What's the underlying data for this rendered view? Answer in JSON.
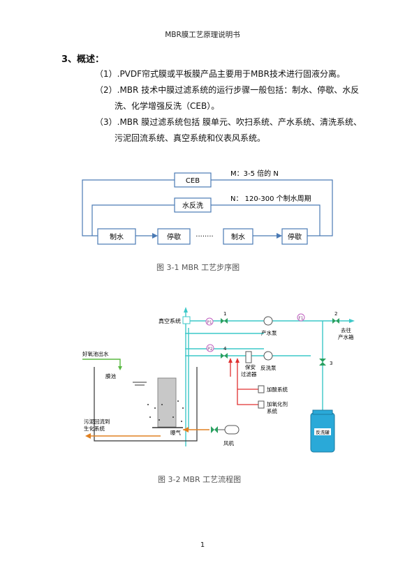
{
  "header": {
    "title": "MBR膜工艺原理说明书"
  },
  "section": {
    "title": "3、概述：",
    "items": [
      {
        "lines": [
          "（1）.PVDF帘式膜或平板膜产品主要用于MBR技术进行固液分离。"
        ]
      },
      {
        "lines": [
          "（2）.MBR 技术中膜过滤系统的运行步骤一般包括：制水、停歇、水反",
          "洗、化学增强反洗（CEB）。"
        ]
      },
      {
        "lines": [
          "（3）.MBR 膜过滤系统包括 膜单元、吹扫系统、产水系统、清洗系统、",
          "污泥回流系统、真空系统和仪表风系统。"
        ]
      }
    ]
  },
  "fig1": {
    "ceb": "CEB",
    "backwash": "水反洗",
    "m_note": "M：3-5 倍的 N",
    "n_note": "N：  120-300 个制水周期",
    "step_produce_1": "制水",
    "step_pause_1": "停歇",
    "dots": "········",
    "step_produce_2": "制水",
    "step_pause_2": "停歇",
    "caption": "图 3-1  MBR 工艺步序图"
  },
  "fig2": {
    "vacuum": "真空系统",
    "p1": "P1",
    "p2": "P2",
    "f1": "F1",
    "v1": "1",
    "v2": "2",
    "v3": "3",
    "v4": "4",
    "produce_pump": "产水泵",
    "to_tank_1": "去往",
    "to_tank_2": "产水箱",
    "aerobic_in": "好氧池出水",
    "membrane_tank": "膜池",
    "filter_1": "保安",
    "filter_2": "过滤器",
    "backwash_pump": "反洗泵",
    "acid": "加酸系统",
    "oxidant_1": "加氧化剂",
    "oxidant_2": "系统",
    "sludge_1": "污泥回流到",
    "sludge_2": "生化系统",
    "aeration": "曝气",
    "blower": "风机",
    "tank": "反洗罐",
    "caption": "图 3-2  MBR 工艺流程图"
  },
  "page": {
    "number": "1"
  },
  "colors": {
    "box_stroke": "#4a7ab5",
    "red_line": "#e03030",
    "teal_line": "#3cc8c8",
    "tank_fill": "#2aa9d8"
  }
}
